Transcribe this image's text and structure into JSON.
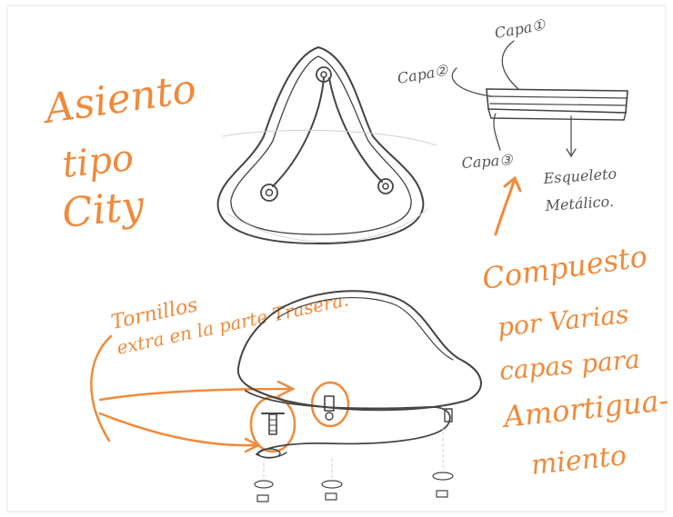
{
  "sketch": {
    "title_lines": [
      "Asiento",
      "tipo",
      "City"
    ],
    "layer_labels": [
      "Capa①",
      "Capa②",
      "Capa③"
    ],
    "skeleton_lines": [
      "Esqueleto",
      "Metálico."
    ],
    "composition_lines": [
      "Compuesto",
      "por Varias",
      "capas para",
      "Amortigua-",
      "miento"
    ],
    "screws_lines": [
      "Tornillos",
      "extra en la parte Trasera."
    ]
  },
  "colors": {
    "pencil": "#444444",
    "accent": "#f08a3a",
    "paper": "#ffffff"
  }
}
